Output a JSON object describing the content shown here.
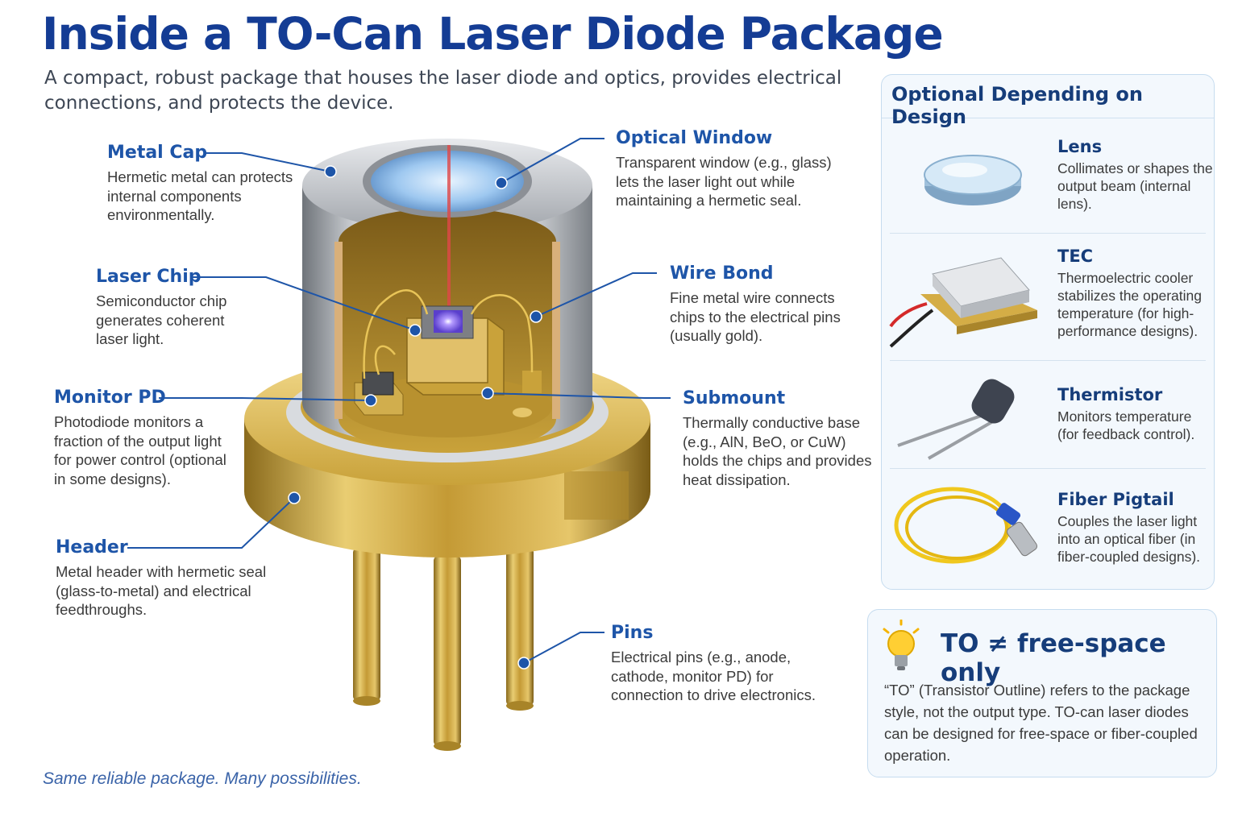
{
  "header": {
    "title": "Inside a TO-Can Laser Diode Package",
    "subtitle": "A compact, robust package that houses the laser diode and optics, provides electrical connections, and protects the device."
  },
  "callouts": {
    "metal_cap": {
      "title": "Metal Cap",
      "desc": "Hermetic metal can protects internal components environmentally."
    },
    "laser_chip": {
      "title": "Laser Chip",
      "desc": "Semiconductor chip generates coherent laser light."
    },
    "monitor_pd": {
      "title": "Monitor PD",
      "desc": "Photodiode monitors a fraction of the output light for power control (optional in some designs)."
    },
    "header_part": {
      "title": "Header",
      "desc": "Metal header with hermetic seal (glass-to-metal) and electrical feedthroughs."
    },
    "optical_window": {
      "title": "Optical Window",
      "desc": "Transparent window (e.g., glass) lets the laser light out while maintaining a hermetic seal."
    },
    "wire_bond": {
      "title": "Wire Bond",
      "desc": "Fine metal wire connects chips to the electrical pins (usually gold)."
    },
    "submount": {
      "title": "Submount",
      "desc": "Thermally conductive base (e.g., AlN, BeO, or CuW) holds the chips and provides heat dissipation."
    },
    "pins": {
      "title": "Pins",
      "desc": "Electrical pins (e.g., anode, cathode, monitor PD) for connection to drive electronics."
    }
  },
  "optional_panel": {
    "title": "Optional Depending on Design",
    "items": [
      {
        "name": "Lens",
        "desc": "Collimates or shapes the output beam (internal lens).",
        "icon": "lens-icon"
      },
      {
        "name": "TEC",
        "desc": "Thermoelectric cooler stabilizes the operating temperature (for high-performance designs).",
        "icon": "tec-icon"
      },
      {
        "name": "Thermistor",
        "desc": "Monitors temperature (for feedback control).",
        "icon": "thermistor-icon"
      },
      {
        "name": "Fiber Pigtail",
        "desc": "Couples the laser light into an optical fiber (in fiber-coupled designs).",
        "icon": "fiber-pigtail-icon"
      }
    ]
  },
  "note": {
    "title": "TO ≠ free-space only",
    "text": "“TO” (Transistor Outline) refers to the package style, not the output type. TO-can laser diodes can be designed for free-space or fiber-coupled operation.",
    "icon": "lightbulb-icon"
  },
  "footer": {
    "tagline": "Same reliable package. Many possibilities."
  },
  "colors": {
    "title": "#143c94",
    "label": "#1e55a8",
    "gold": "#c9a23a",
    "steel": "#a9adb3",
    "beam": "#e04848",
    "chip_glow": "#8f6bff"
  }
}
